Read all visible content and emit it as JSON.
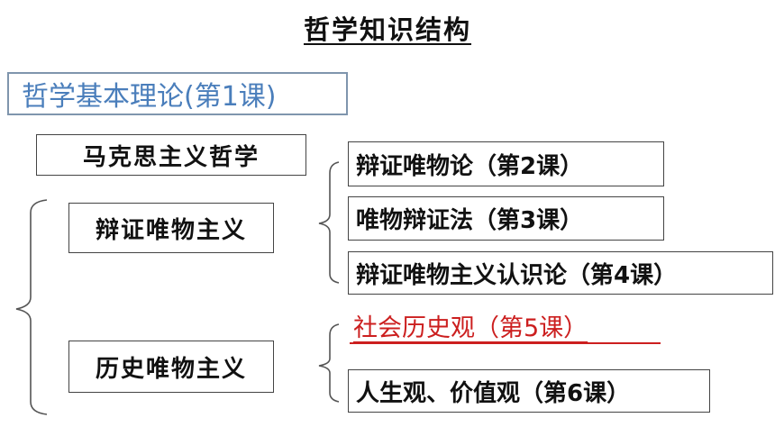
{
  "title": "哲学知识结构",
  "basic_theory": "哲学基本理论(第1课)",
  "marxism": "马克思主义哲学",
  "dialectical_materialism": {
    "label": "辩证唯物主义",
    "items": [
      "辩证唯物论（第2课）",
      "唯物辩证法（第3课）",
      "辩证唯物主义认识论（第4课）"
    ]
  },
  "historical_materialism": {
    "label": "历史唯物主义",
    "items": [
      "社会历史观（第5课）",
      "人生观、价值观（第6课）"
    ]
  },
  "colors": {
    "basic_theory_text": "#4a7ebb",
    "basic_theory_border": "#7f95ad",
    "highlight_red": "#cc1f1f",
    "bracket": "#555555"
  }
}
